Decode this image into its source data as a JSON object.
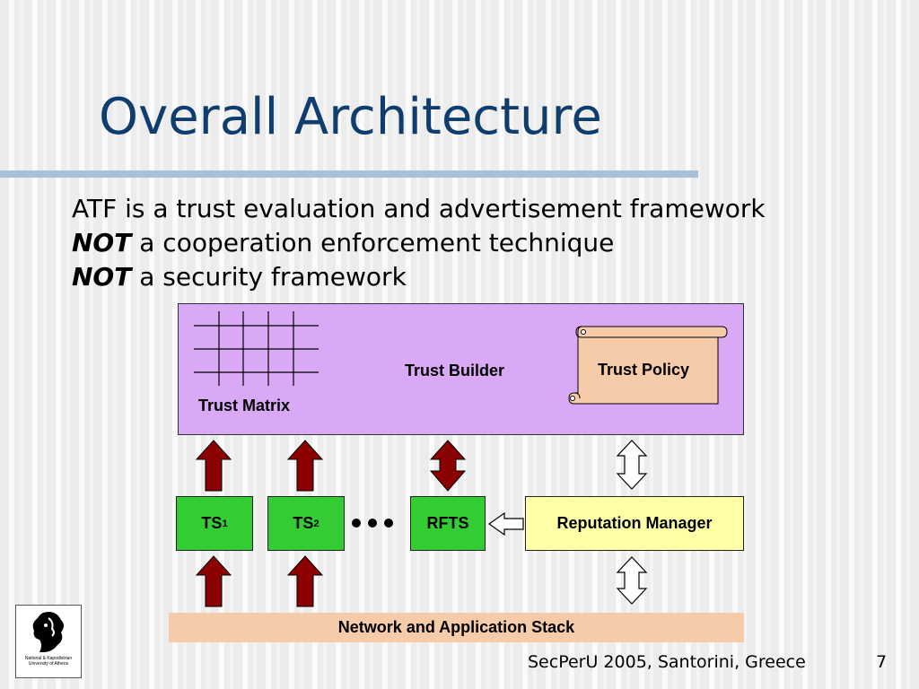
{
  "title": "Overall Architecture",
  "bullets": {
    "line1": "ATF is a trust evaluation and advertisement framework",
    "line2_emph": "NOT",
    "line2_rest": " a cooperation enforcement technique",
    "line3_emph": "NOT",
    "line3_rest": " a security framework"
  },
  "diagram": {
    "trust_builder": "Trust Builder",
    "trust_matrix": "Trust Matrix",
    "trust_policy": "Trust Policy",
    "ts1_main": "TS",
    "ts1_sub": "1",
    "ts2_main": "TS",
    "ts2_sub": "2",
    "rfts": "RFTS",
    "reputation_manager": "Reputation Manager",
    "network_stack": "Network and Application Stack"
  },
  "logo": {
    "line1": "National & Kapodistrian",
    "line2": "University of Athens"
  },
  "footer": {
    "text": "SecPerU 2005, Santorini, Greece",
    "page_number": "7"
  },
  "colors": {
    "title": "#0f3d6e",
    "trust_builder_fill": "#d9a9f5",
    "ts_fill": "#33cc33",
    "reputation_fill": "#ffffa6",
    "stack_fill": "#f5cba9",
    "policy_fill": "#f5cba9",
    "arrow_fill": "#8b0000"
  }
}
